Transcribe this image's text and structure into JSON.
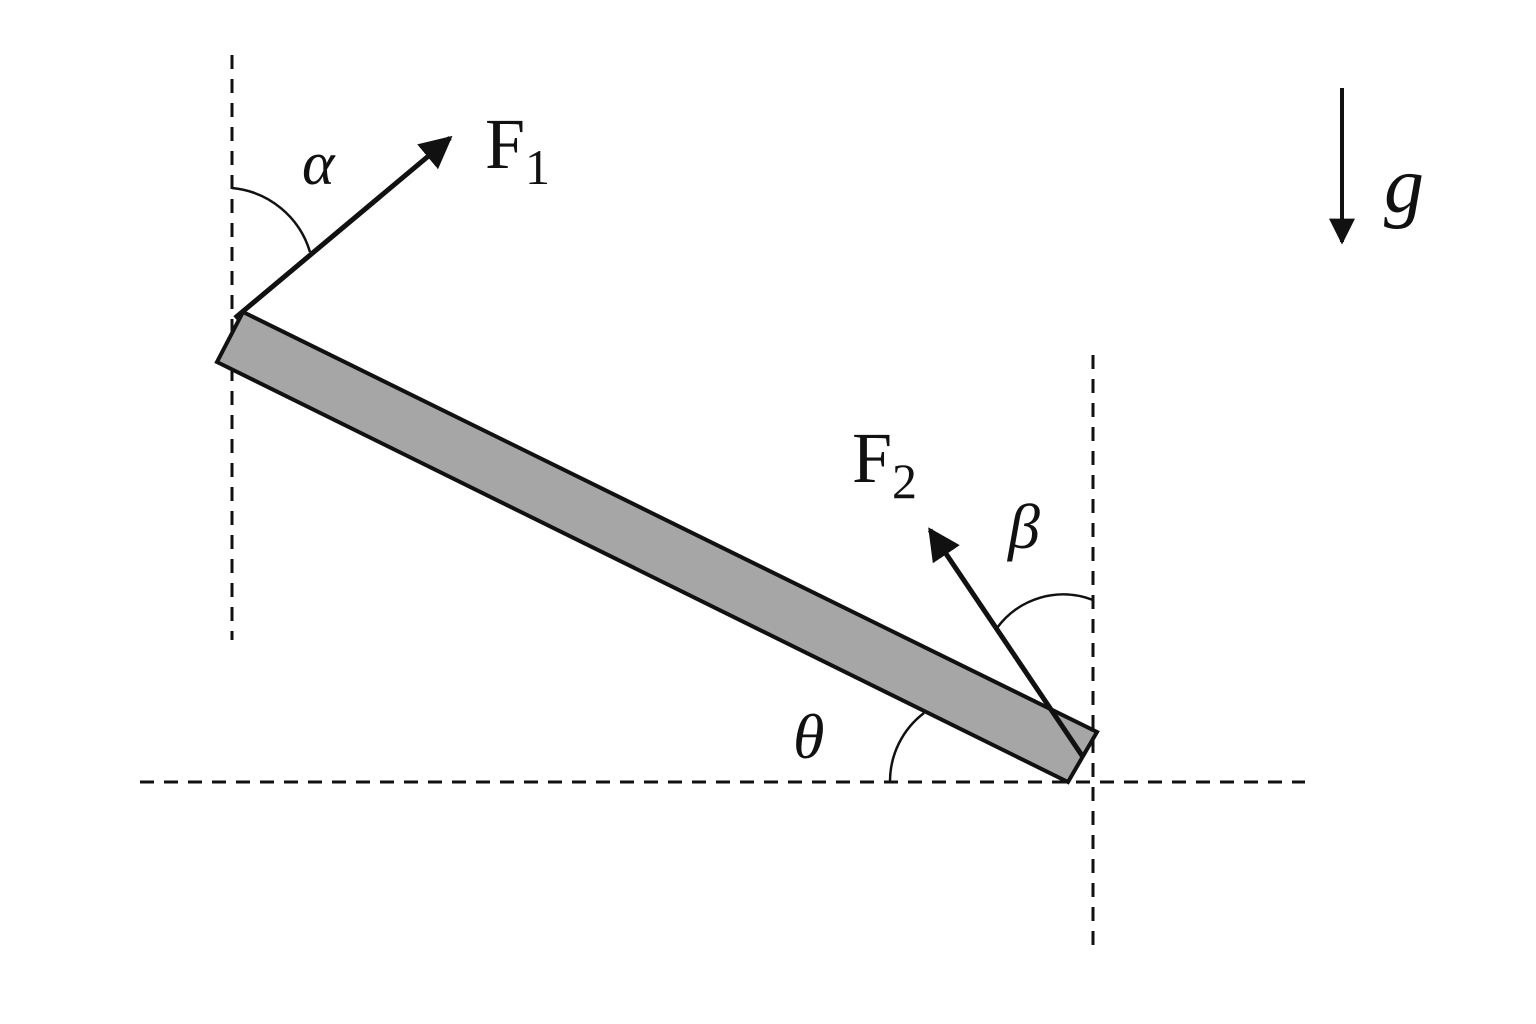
{
  "colors": {
    "line": "#111111",
    "rod_fill": "#a6a6a6",
    "background": "#ffffff"
  },
  "labels": {
    "force_1": {
      "main": "F",
      "sub": "1"
    },
    "force_2": {
      "main": "F",
      "sub": "2"
    },
    "gravity": "g",
    "alpha": "α",
    "beta": "β",
    "theta": "θ"
  }
}
